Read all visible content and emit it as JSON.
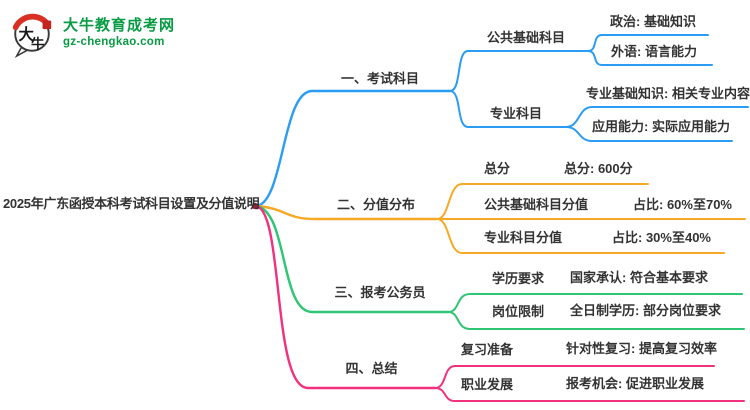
{
  "site": {
    "logo_title": "大牛教育成考网",
    "logo_domain": "gz-chengkao.com",
    "logo_symbol_1": "大",
    "logo_symbol_2": "牛",
    "brand_color": "#089b43"
  },
  "mindmap": {
    "central_topic": "2025年广东函授本科考试科目设置及分值说明",
    "junction_dot_color": "#9b2335",
    "branches": [
      {
        "label": "一、考试科目",
        "color": "#2b9cf3",
        "children": [
          {
            "label": "公共基础科目",
            "children": [
              {
                "label": "政治: 基础知识"
              },
              {
                "label": "外语: 语言能力"
              }
            ]
          },
          {
            "label": "专业科目",
            "children": [
              {
                "label": "专业基础知识: 相关专业内容"
              },
              {
                "label": "应用能力: 实际应用能力"
              }
            ]
          }
        ]
      },
      {
        "label": "二、分值分布",
        "color": "#f7a825",
        "children": [
          {
            "label": "总分",
            "children": [
              {
                "label": "总分: 600分"
              }
            ]
          },
          {
            "label": "公共基础科目分值",
            "children": [
              {
                "label": "占比: 60%至70%"
              }
            ]
          },
          {
            "label": "专业科目分值",
            "children": [
              {
                "label": "占比: 30%至40%"
              }
            ]
          }
        ]
      },
      {
        "label": "三、报考公务员",
        "color": "#2ec573",
        "children": [
          {
            "label": "学历要求",
            "children": [
              {
                "label": "国家承认: 符合基本要求"
              }
            ]
          },
          {
            "label": "岗位限制",
            "children": [
              {
                "label": "全日制学历: 部分岗位要求"
              }
            ]
          }
        ]
      },
      {
        "label": "四、总结",
        "color": "#f1307e",
        "children": [
          {
            "label": "复习准备",
            "children": [
              {
                "label": "针对性复习: 提高复习效率"
              }
            ]
          },
          {
            "label": "职业发展",
            "children": [
              {
                "label": "报考机会: 促进职业发展"
              }
            ]
          }
        ]
      }
    ]
  }
}
